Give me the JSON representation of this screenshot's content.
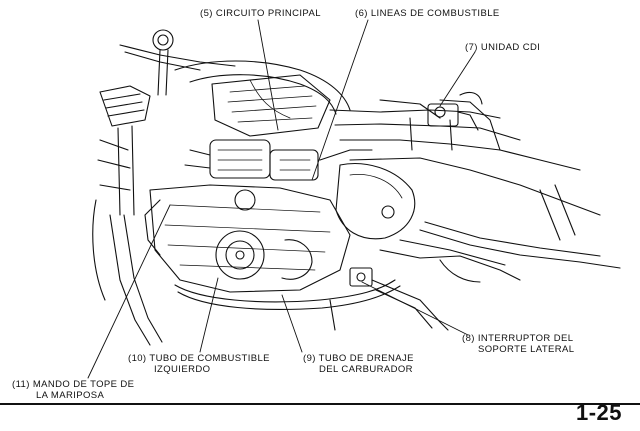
{
  "callouts": {
    "c5": {
      "text": "(5) CIRCUITO PRINCIPAL"
    },
    "c6": {
      "text": "(6) LINEAS DE COMBUSTIBLE"
    },
    "c7": {
      "text": "(7) UNIDAD CDI"
    },
    "c8": {
      "line1": "(8) INTERRUPTOR DEL",
      "line2": "SOPORTE LATERAL"
    },
    "c9": {
      "line1": "(9) TUBO DE DRENAJE",
      "line2": "DEL CARBURADOR"
    },
    "c10": {
      "line1": "(10) TUBO DE COMBUSTIBLE",
      "line2": "IZQUIERDO"
    },
    "c11": {
      "line1": "(11) MANDO DE TOPE DE",
      "line2": "LA MARIPOSA"
    }
  },
  "page_number": "1-25",
  "colors": {
    "ink": "#111111",
    "paper": "#ffffff"
  }
}
